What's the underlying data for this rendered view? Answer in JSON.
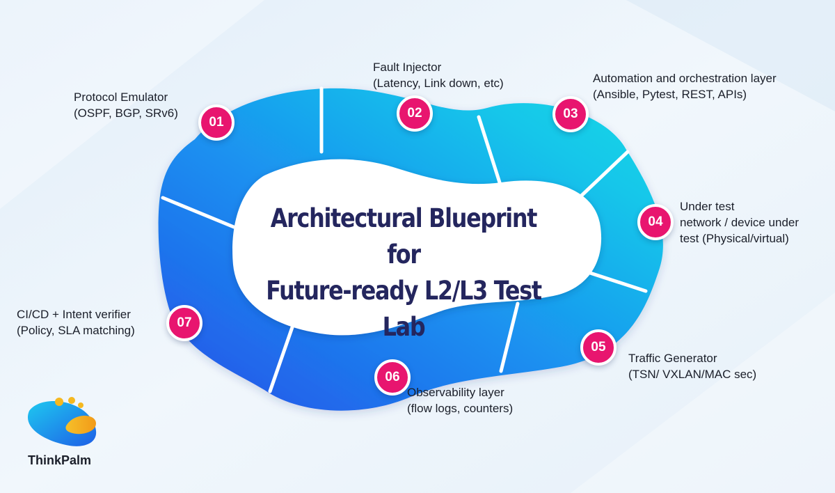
{
  "diagram": {
    "title_lines": [
      "Architectural Blueprint for",
      "Future-ready L2/L3 Test Lab"
    ],
    "steps": [
      {
        "number": "01",
        "lines": [
          "Protocol Emulator",
          "(OSPF, BGP, SRv6)"
        ]
      },
      {
        "number": "02",
        "lines": [
          "Fault Injector",
          "(Latency, Link down, etc)"
        ]
      },
      {
        "number": "03",
        "lines": [
          "Automation and orchestration layer",
          "(Ansible, Pytest, REST, APIs)"
        ]
      },
      {
        "number": "04",
        "lines": [
          "Under test",
          "network / device under",
          "test (Physical/virtual)"
        ]
      },
      {
        "number": "05",
        "lines": [
          "Traffic Generator",
          "(TSN/ VXLAN/MAC sec)"
        ]
      },
      {
        "number": "06",
        "lines": [
          "Observability layer",
          "(flow logs, counters)"
        ]
      },
      {
        "number": "07",
        "lines": [
          "CI/CD + Intent verifier",
          "(Policy, SLA matching)"
        ]
      }
    ]
  },
  "brand": {
    "name": "ThinkPalm",
    "logo_icon": "thinkpalm-logo-icon",
    "colors": {
      "blue": "#1f8ff0",
      "gold": "#f5b820",
      "accent": "#e8156f"
    }
  }
}
